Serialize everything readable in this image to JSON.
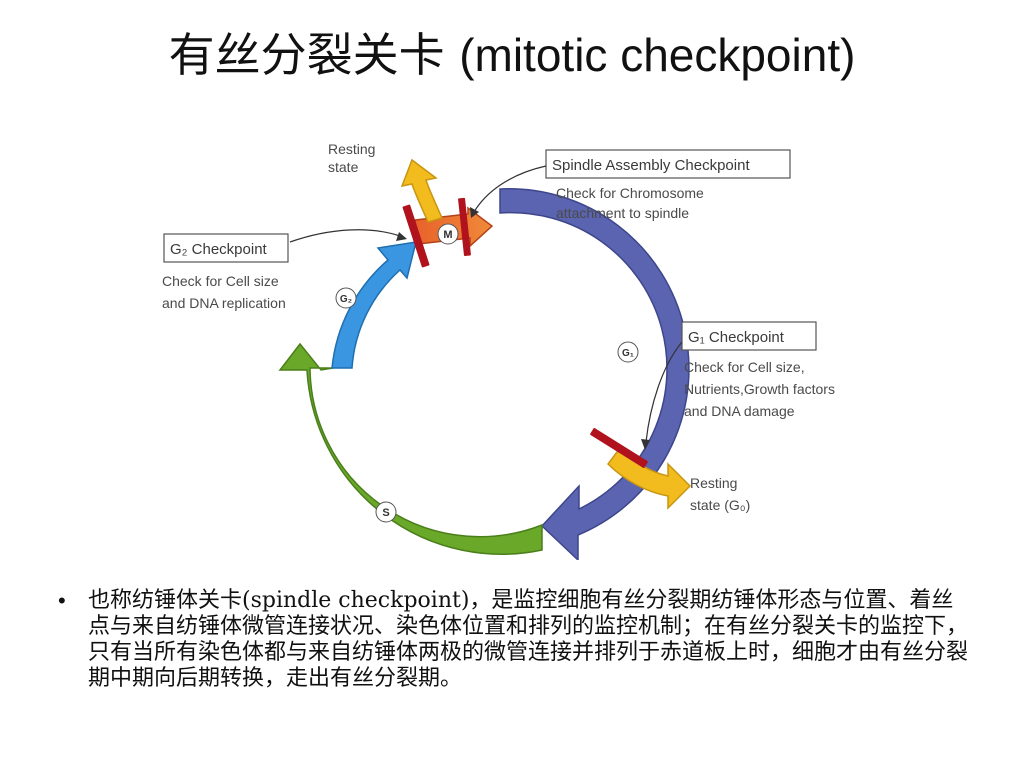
{
  "slide": {
    "title_cn": "有丝分裂关卡 ",
    "title_en": "(mitotic checkpoint)"
  },
  "diagram": {
    "resting_state_top": [
      "Resting",
      "state"
    ],
    "spindle_checkpoint": {
      "title": "Spindle Assembly Checkpoint",
      "desc": [
        "Check for Chromosome",
        "attachment to spindle"
      ]
    },
    "g2_checkpoint": {
      "title": "G₂ Checkpoint",
      "desc": [
        "Check for Cell size",
        "and DNA replication"
      ]
    },
    "g1_checkpoint": {
      "title": "G₁ Checkpoint",
      "desc": [
        "Check for Cell size,",
        "Nutrients,Growth factors",
        "and DNA damage"
      ]
    },
    "resting_state_g0": [
      "Resting",
      "state (G₀)"
    ],
    "phases": {
      "m": "M",
      "g2": "G₂",
      "g1": "G₁",
      "s": "S"
    },
    "colors": {
      "m_phase": "#e8622a",
      "g1_phase": "#5a64b0",
      "s_phase": "#6aa82a",
      "g2_phase": "#3a96e0",
      "resting": "#f2bb1e",
      "checkpoint_bar": "#b0121e"
    }
  },
  "bullet": {
    "symbol": "•",
    "text": "也称纺锤体关卡(spindle checkpoint)，是监控细胞有丝分裂期纺锤体形态与位置、着丝点与来自纺锤体微管连接状况、染色体位置和排列的监控机制；在有丝分裂关卡的监控下，只有当所有染色体都与来自纺锤体两极的微管连接并排列于赤道板上时，细胞才由有丝分裂期中期向后期转换，走出有丝分裂期。"
  }
}
